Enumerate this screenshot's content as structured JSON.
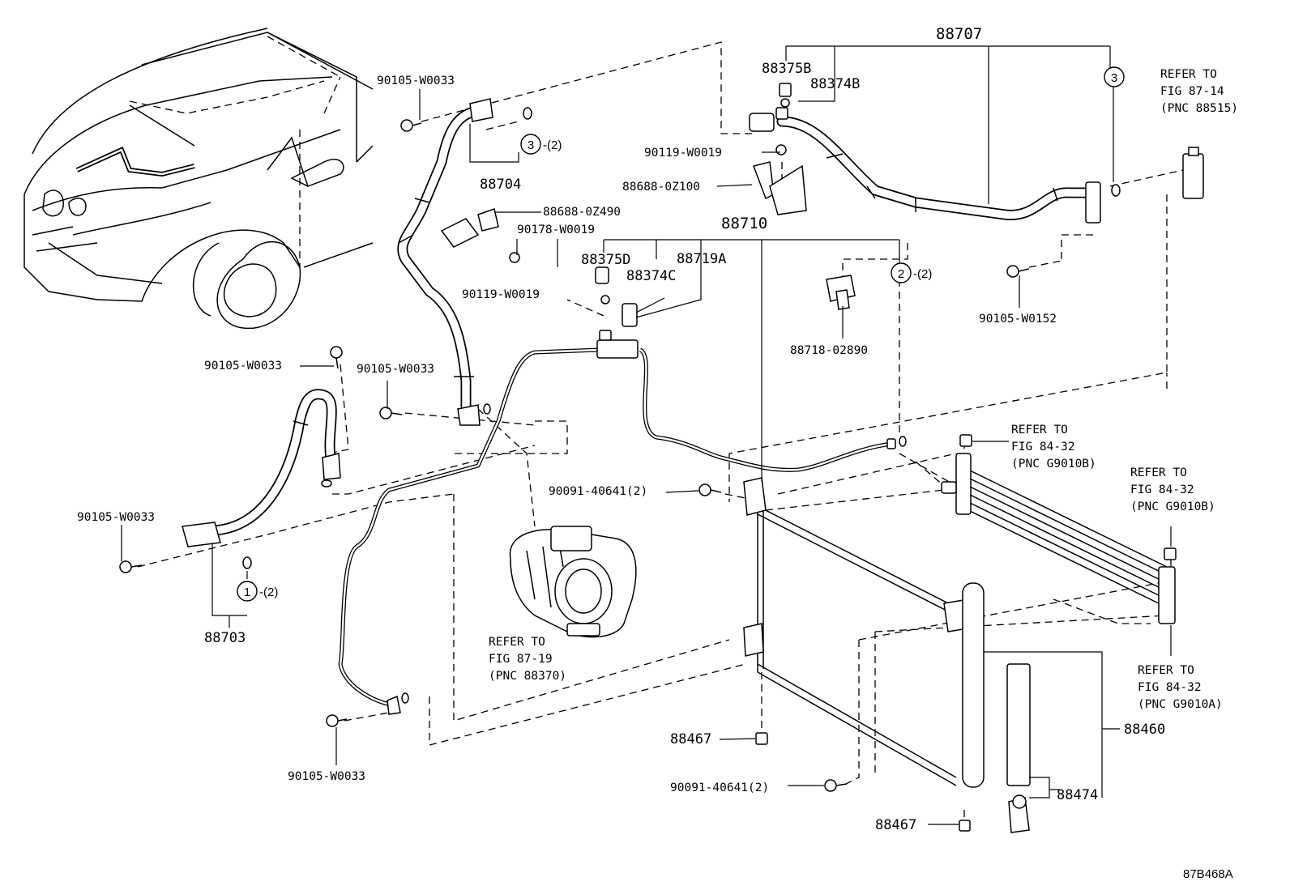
{
  "figure_code": "87B468A",
  "callouts": {
    "c88707": "88707",
    "c88375b": "88375B",
    "c88374b": "88374B",
    "c90119_w0019_a": "90119-W0019",
    "c88688_0z100": "88688-0Z100",
    "c88710": "88710",
    "c88375d": "88375D",
    "c88719a": "88719A",
    "c88374c": "88374C",
    "c90105_w0033_a": "90105-W0033",
    "c88704": "88704",
    "c88688_0z490": "88688-0Z490",
    "c90178_w0019": "90178-W0019",
    "c90119_w0019_b": "90119-W0019",
    "c88718_02890": "88718-02890",
    "c90105_w0152": "90105-W0152",
    "c90105_w0033_b": "90105-W0033",
    "c90105_w0033_c": "90105-W0033",
    "c90105_w0033_d": "90105-W0033",
    "c90105_w0033_e": "90105-W0033",
    "c88703": "88703",
    "c90091_40641_a": "90091-40641(2)",
    "c90091_40641_b": "90091-40641(2)",
    "c88467_a": "88467",
    "c88467_b": "88467",
    "c88460": "88460",
    "c88474": "88474"
  },
  "circle_refs": {
    "r3a": {
      "num": "3",
      "qty": "-(2)"
    },
    "r3b": {
      "num": "3",
      "qty": ""
    },
    "r2": {
      "num": "2",
      "qty": "-(2)"
    },
    "r1": {
      "num": "1",
      "qty": "-(2)"
    }
  },
  "refer_notes": {
    "n87_14": {
      "l1": "REFER TO",
      "l2": "FIG 87-14",
      "l3": "(PNC 88515)"
    },
    "n87_19": {
      "l1": "REFER TO",
      "l2": "FIG 87-19",
      "l3": "(PNC 88370)"
    },
    "n84_32_top": {
      "l1": "REFER TO",
      "l2": "FIG 84-32",
      "l3": "(PNC G9010B)"
    },
    "n84_32_mid": {
      "l1": "REFER TO",
      "l2": "FIG 84-32",
      "l3": "(PNC G9010B)"
    },
    "n84_32_low": {
      "l1": "REFER TO",
      "l2": "FIG 84-32",
      "l3": "(PNC G9010A)"
    }
  }
}
